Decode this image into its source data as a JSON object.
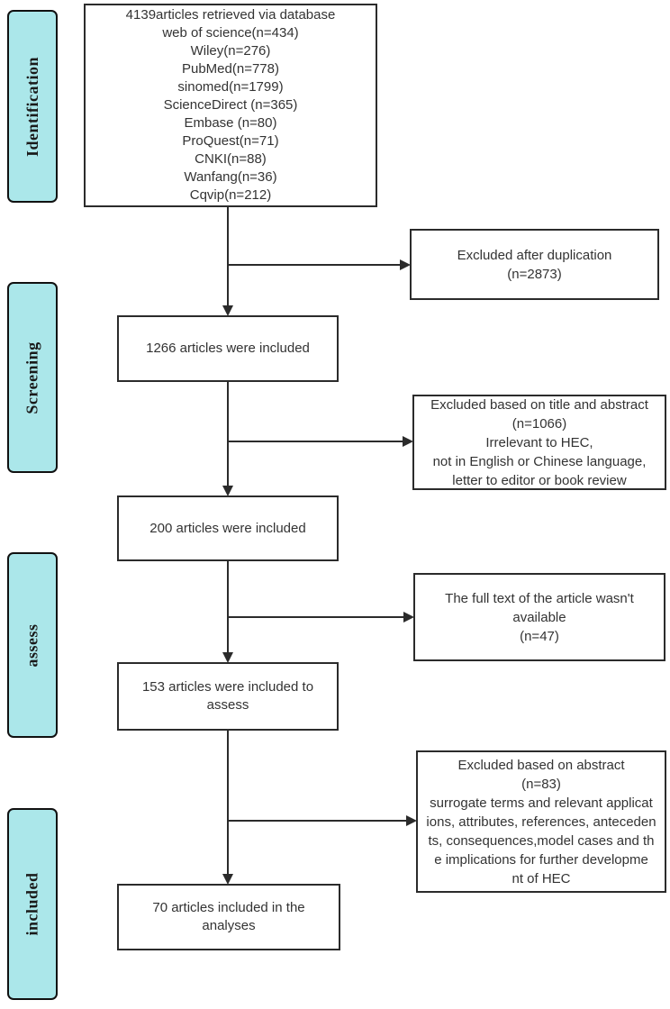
{
  "diagram": {
    "type": "prisma-flow",
    "stages": [
      {
        "label": "Identification"
      },
      {
        "label": "Screening"
      },
      {
        "label": "assess"
      },
      {
        "label": "included"
      }
    ],
    "main_boxes": {
      "identification_sources": "4139articles retrieved via database\nweb of science(n=434)\nWiley(n=276)\nPubMed(n=778)\nsinomed(n=1799)\nScienceDirect  (n=365)\nEmbase  (n=80)\nProQuest(n=71)\nCNKI(n=88)\nWanfang(n=36)\nCqvip(n=212)",
      "screening_included_1": "1266 articles were included",
      "screening_included_2": "200 articles were included",
      "assess_included": "153 articles were included to\nassess",
      "final_included": "70 articles included in the\nanalyses"
    },
    "exclusion_boxes": {
      "duplication": "Excluded after duplication\n(n=2873)",
      "title_abstract": "Excluded based on title and abstract\n(n=1066)\nIrrelevant to HEC,\nnot in English or Chinese language,\nletter to editor or book review",
      "full_text": "The full text of the article wasn't\navailable\n(n=47)",
      "abstract": "Excluded based on abstract\n(n=83)\nsurrogate terms and relevant applicat\nions, attributes, references, anteceden\nts, consequences,model cases and th\ne implications for further developme\nnt of HEC"
    },
    "colors": {
      "stage_fill": "#abe7ea",
      "line": "#2b2b2b",
      "text": "#333333"
    }
  }
}
